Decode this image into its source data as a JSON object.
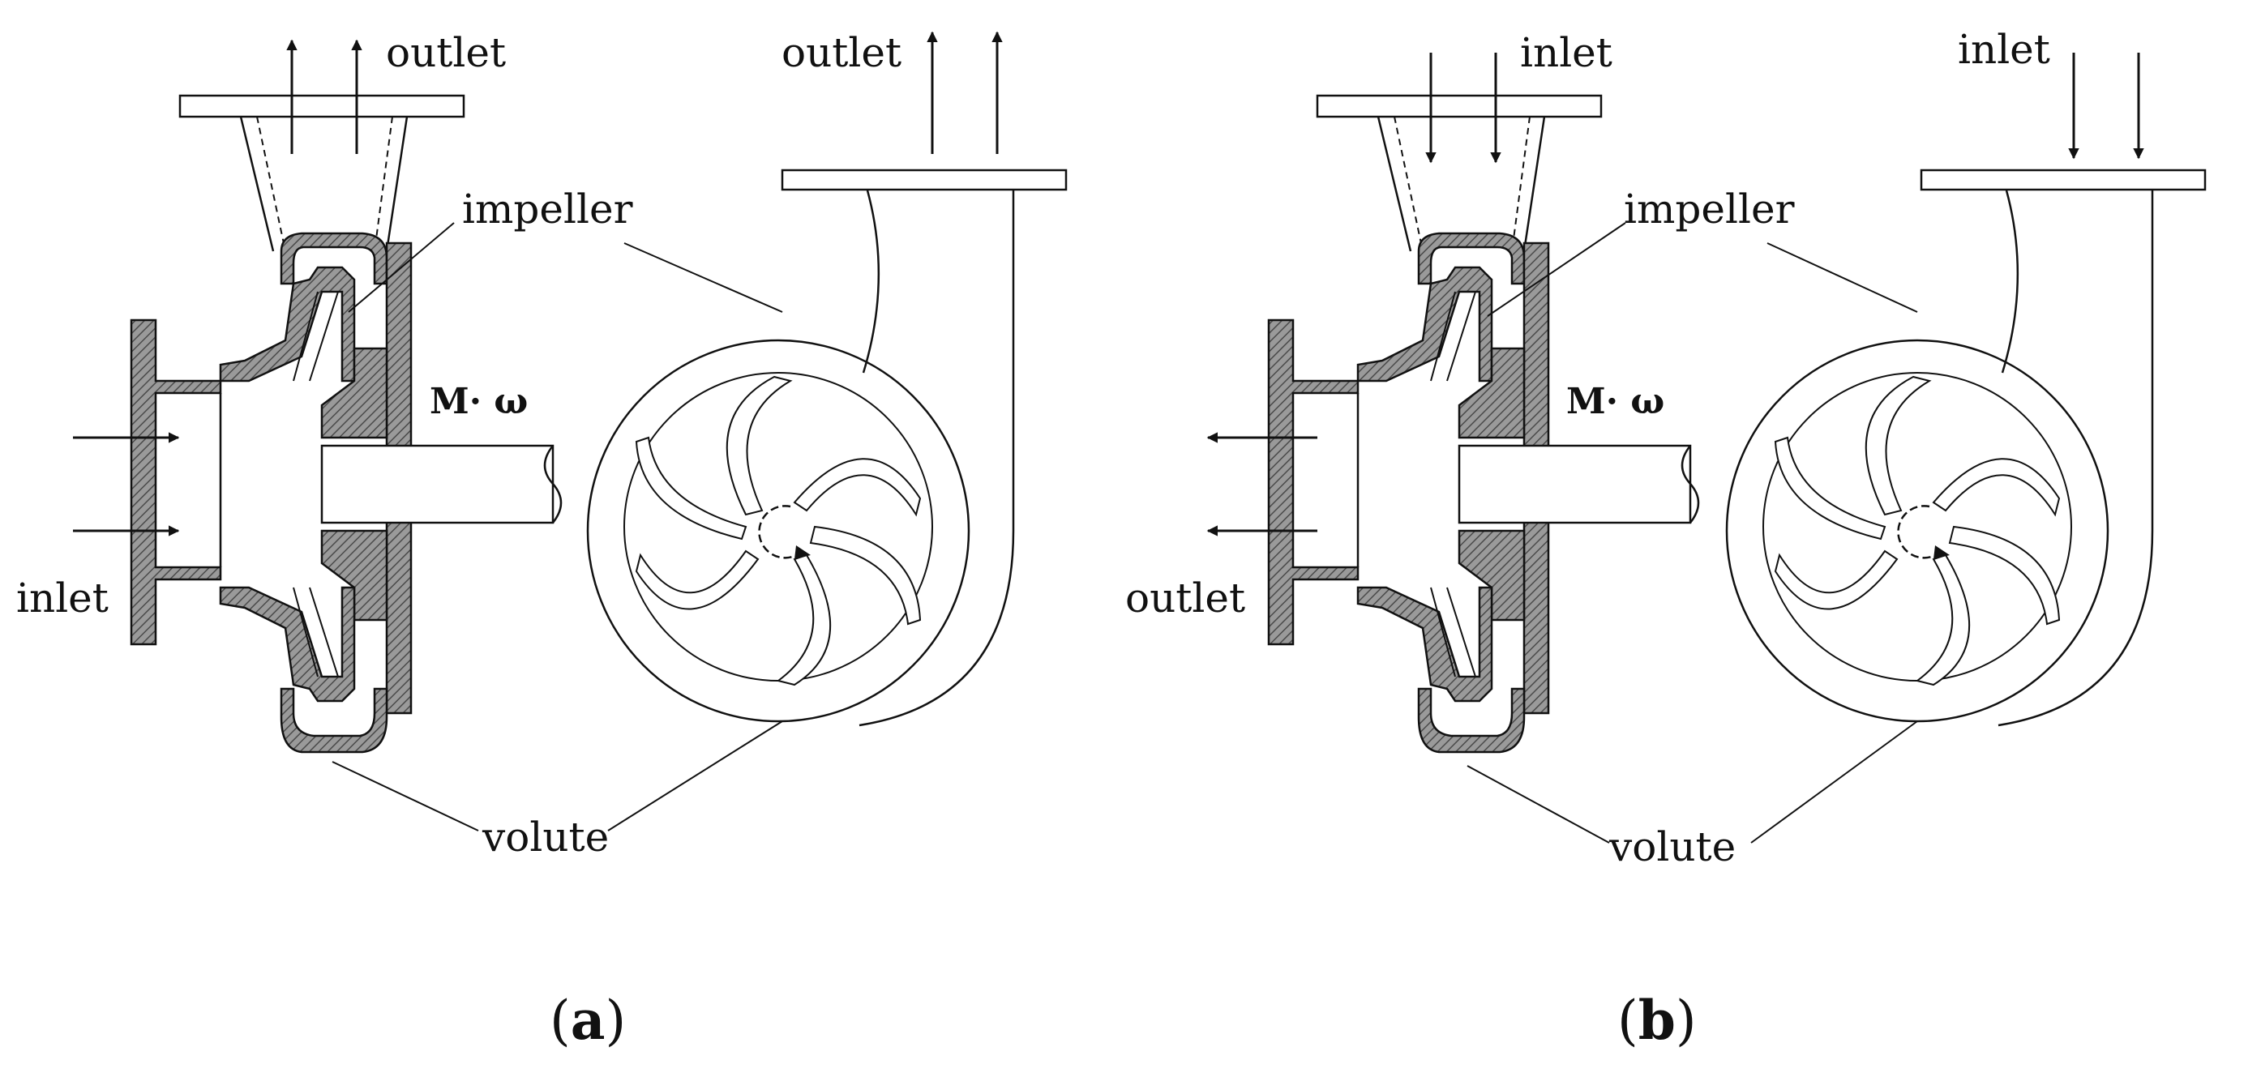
{
  "panel_a": {
    "outlet_top": "outlet",
    "outlet_side": "outlet",
    "inlet": "inlet",
    "impeller": "impeller",
    "torque": "M· ω",
    "volute": "volute",
    "caption_open": "(",
    "caption_letter": "a",
    "caption_close": ")"
  },
  "panel_b": {
    "inlet_top": "inlet",
    "inlet_side": "inlet",
    "outlet": "outlet",
    "impeller": "impeller",
    "torque": "M· ω",
    "volute": "volute",
    "caption_open": "(",
    "caption_letter": "b",
    "caption_close": ")"
  },
  "colors": {
    "line": "#111111",
    "hatch": "#7a7a7a"
  }
}
